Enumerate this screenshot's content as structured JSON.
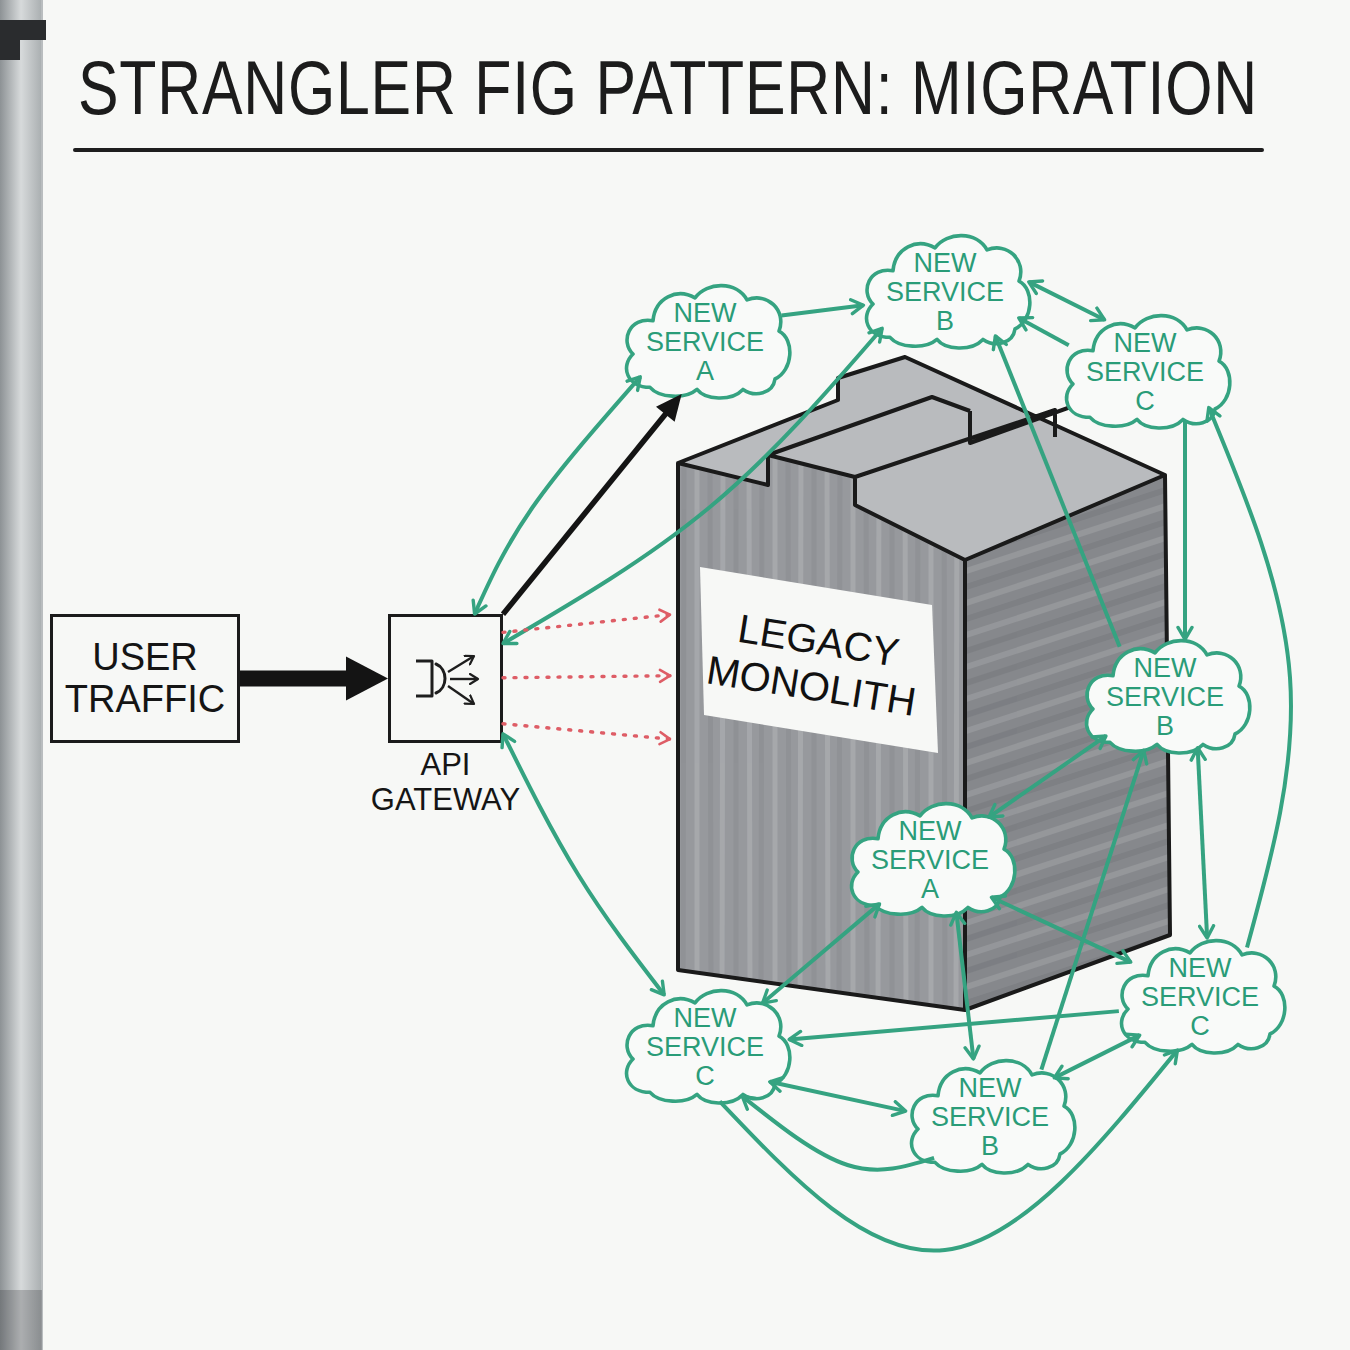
{
  "diagram": {
    "title": "STRANGLER FIG PATTERN: MIGRATION",
    "nodes": [
      {
        "text": [
          "USER TRAFFIC"
        ]
      },
      {
        "text": [
          "API GATEWAY"
        ]
      },
      {
        "text": [
          "LEGACY MONOLITH"
        ]
      },
      {
        "text": [
          "NEW SERVICE B"
        ]
      },
      {
        "text": [
          "NEW SERVICE A"
        ]
      },
      {
        "text": [
          "NEW SERVICE C"
        ]
      },
      {
        "text": [
          "NEW SERVICE B"
        ]
      },
      {
        "text": [
          "NEW SERVICE A"
        ],
        "in": 2
      },
      {
        "text": [
          "NEW SERVICE C"
        ]
      },
      {
        "text": [
          "NEW SERVICE C"
        ]
      },
      {
        "text": [
          "NEW SERVICE B"
        ]
      }
    ],
    "edges": [
      {
        "from": 0,
        "to": 1,
        "arrow": "to"
      },
      {
        "from": 1,
        "to": 4,
        "arrow": "to"
      },
      {
        "from": 1,
        "to": 4,
        "arrow": "both"
      },
      {
        "from": 1,
        "to": 3,
        "arrow": "both"
      },
      {
        "from": 1,
        "to": 2,
        "arrow": "to"
      },
      {
        "from": 1,
        "to": 2,
        "arrow": "to"
      },
      {
        "from": 1,
        "to": 2,
        "arrow": "to"
      },
      {
        "from": 1,
        "to": 9,
        "arrow": "both"
      },
      {
        "from": 4,
        "to": 3,
        "arrow": "to"
      },
      {
        "from": 3,
        "to": 5,
        "arrow": "both"
      },
      {
        "from": 5,
        "to": 3,
        "arrow": "to"
      },
      {
        "from": 5,
        "to": 6,
        "arrow": "to"
      },
      {
        "from": 6,
        "to": 3,
        "arrow": "to"
      },
      {
        "from": 8,
        "to": 5,
        "arrow": "to"
      },
      {
        "from": 7,
        "to": 6,
        "arrow": "both"
      },
      {
        "from": 6,
        "to": 8,
        "arrow": "both"
      },
      {
        "from": 7,
        "to": 8,
        "arrow": "both"
      },
      {
        "from": 7,
        "to": 9,
        "arrow": "both"
      },
      {
        "from": 7,
        "to": 10,
        "arrow": "both"
      },
      {
        "from": 8,
        "to": 9,
        "arrow": "to"
      },
      {
        "from": 10,
        "to": 6,
        "arrow": "to"
      },
      {
        "from": 9,
        "to": 10,
        "arrow": "both"
      },
      {
        "from": 10,
        "to": 8,
        "arrow": "both"
      },
      {
        "from": 10,
        "to": 9,
        "arrow": "to"
      },
      {
        "from": 9,
        "to": 8,
        "arrow": "to"
      }
    ]
  }
}
